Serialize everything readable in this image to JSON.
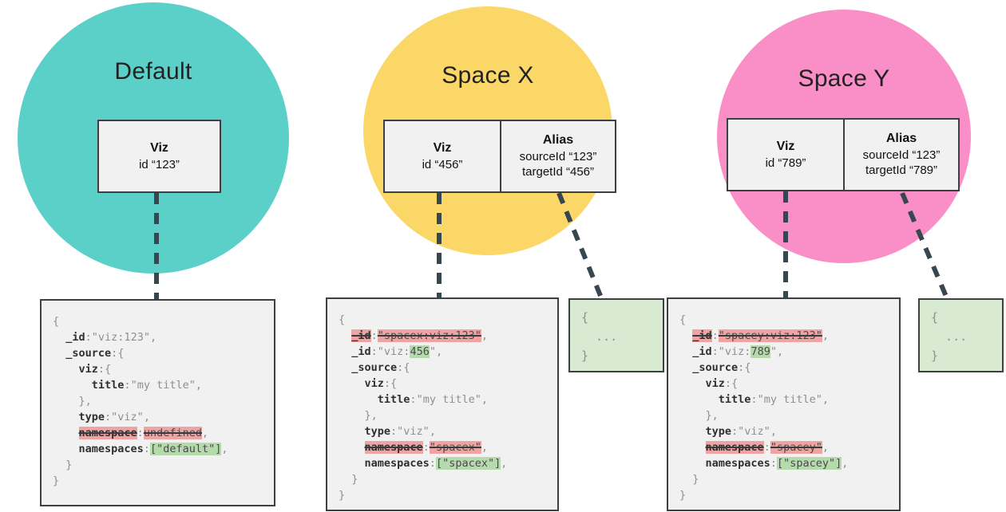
{
  "spaces": [
    {
      "label": "Default",
      "circle_color": "#5BD0C9",
      "viz_box": {
        "title": "Viz",
        "id_line": "id “123”"
      }
    },
    {
      "label": "Space X",
      "circle_color": "#FBD768",
      "viz_box": {
        "title": "Viz",
        "id_line": "id “456”"
      },
      "alias_box": {
        "title": "Alias",
        "source_line": "sourceId “123”",
        "target_line": "targetId “456”"
      }
    },
    {
      "label": "Space Y",
      "circle_color": "#F98FC6",
      "viz_box": {
        "title": "Viz",
        "id_line": "id “789”"
      },
      "alias_box": {
        "title": "Alias",
        "source_line": "sourceId “123”",
        "target_line": "targetId “789”"
      }
    }
  ],
  "colors": {
    "removed_highlight": "#EFA3A3",
    "added_highlight": "#B5DBAC",
    "connector": "#37474F",
    "box_background": "#F1F1F1",
    "alias_doc_background": "#D9EAD3"
  },
  "documents": [
    {
      "lines": [
        [
          {
            "t": "{",
            "s": "p"
          }
        ],
        [
          {
            "t": "  ",
            "s": "p"
          },
          {
            "t": "_id",
            "s": "k"
          },
          {
            "t": ":",
            "s": "p"
          },
          {
            "t": "\"viz:123\"",
            "s": "p"
          },
          {
            "t": ",",
            "s": "p"
          }
        ],
        [
          {
            "t": "  ",
            "s": "p"
          },
          {
            "t": "_source",
            "s": "k"
          },
          {
            "t": ":",
            "s": "p"
          },
          {
            "t": "{",
            "s": "p"
          }
        ],
        [
          {
            "t": "    ",
            "s": "p"
          },
          {
            "t": "viz",
            "s": "k"
          },
          {
            "t": ":",
            "s": "p"
          },
          {
            "t": "{",
            "s": "p"
          }
        ],
        [
          {
            "t": "      ",
            "s": "p"
          },
          {
            "t": "title",
            "s": "k"
          },
          {
            "t": ":",
            "s": "p"
          },
          {
            "t": "\"my title\"",
            "s": "p"
          },
          {
            "t": ",",
            "s": "p"
          }
        ],
        [
          {
            "t": "    ",
            "s": "p"
          },
          {
            "t": "},",
            "s": "p"
          }
        ],
        [
          {
            "t": "    ",
            "s": "p"
          },
          {
            "t": "type",
            "s": "k"
          },
          {
            "t": ":",
            "s": "p"
          },
          {
            "t": "\"viz\"",
            "s": "p"
          },
          {
            "t": ",",
            "s": "p"
          }
        ],
        [
          {
            "t": "    ",
            "s": "p"
          },
          {
            "t": "namespace",
            "s": "dk"
          },
          {
            "t": ":",
            "s": "p"
          },
          {
            "t": "undefined",
            "s": "d"
          },
          {
            "t": ",",
            "s": "p"
          }
        ],
        [
          {
            "t": "    ",
            "s": "p"
          },
          {
            "t": "namespaces",
            "s": "k"
          },
          {
            "t": ":",
            "s": "p"
          },
          {
            "t": "[\"default\"]",
            "s": "a"
          },
          {
            "t": ",",
            "s": "p"
          }
        ],
        [
          {
            "t": "  ",
            "s": "p"
          },
          {
            "t": "}",
            "s": "p"
          }
        ],
        [
          {
            "t": "}",
            "s": "p"
          }
        ]
      ]
    },
    {
      "lines": [
        [
          {
            "t": "{",
            "s": "p"
          }
        ],
        [
          {
            "t": "  ",
            "s": "p"
          },
          {
            "t": "_id",
            "s": "dk"
          },
          {
            "t": ":",
            "s": "p"
          },
          {
            "t": "\"spacex:viz:123\"",
            "s": "d"
          },
          {
            "t": ",",
            "s": "p"
          }
        ],
        [
          {
            "t": "  ",
            "s": "p"
          },
          {
            "t": "_id",
            "s": "k"
          },
          {
            "t": ":",
            "s": "p"
          },
          {
            "t": "\"viz:",
            "s": "p"
          },
          {
            "t": "456",
            "s": "a"
          },
          {
            "t": "\",",
            "s": "p"
          }
        ],
        [
          {
            "t": "  ",
            "s": "p"
          },
          {
            "t": "_source",
            "s": "k"
          },
          {
            "t": ":",
            "s": "p"
          },
          {
            "t": "{",
            "s": "p"
          }
        ],
        [
          {
            "t": "    ",
            "s": "p"
          },
          {
            "t": "viz",
            "s": "k"
          },
          {
            "t": ":",
            "s": "p"
          },
          {
            "t": "{",
            "s": "p"
          }
        ],
        [
          {
            "t": "      ",
            "s": "p"
          },
          {
            "t": "title",
            "s": "k"
          },
          {
            "t": ":",
            "s": "p"
          },
          {
            "t": "\"my title\"",
            "s": "p"
          },
          {
            "t": ",",
            "s": "p"
          }
        ],
        [
          {
            "t": "    ",
            "s": "p"
          },
          {
            "t": "},",
            "s": "p"
          }
        ],
        [
          {
            "t": "    ",
            "s": "p"
          },
          {
            "t": "type",
            "s": "k"
          },
          {
            "t": ":",
            "s": "p"
          },
          {
            "t": "\"viz\"",
            "s": "p"
          },
          {
            "t": ",",
            "s": "p"
          }
        ],
        [
          {
            "t": "    ",
            "s": "p"
          },
          {
            "t": "namespace",
            "s": "dk"
          },
          {
            "t": ":",
            "s": "p"
          },
          {
            "t": "\"spacex\"",
            "s": "d"
          },
          {
            "t": ",",
            "s": "p"
          }
        ],
        [
          {
            "t": "    ",
            "s": "p"
          },
          {
            "t": "namespaces",
            "s": "k"
          },
          {
            "t": ":",
            "s": "p"
          },
          {
            "t": "[\"spacex\"]",
            "s": "a"
          },
          {
            "t": ",",
            "s": "p"
          }
        ],
        [
          {
            "t": "  ",
            "s": "p"
          },
          {
            "t": "}",
            "s": "p"
          }
        ],
        [
          {
            "t": "}",
            "s": "p"
          }
        ]
      ]
    },
    {
      "lines": [
        [
          {
            "t": "{",
            "s": "p"
          }
        ],
        [
          {
            "t": "  ",
            "s": "p"
          },
          {
            "t": "_id",
            "s": "dk"
          },
          {
            "t": ":",
            "s": "p"
          },
          {
            "t": "\"spacey:viz:123\"",
            "s": "d"
          },
          {
            "t": ",",
            "s": "p"
          }
        ],
        [
          {
            "t": "  ",
            "s": "p"
          },
          {
            "t": "_id",
            "s": "k"
          },
          {
            "t": ":",
            "s": "p"
          },
          {
            "t": "\"viz:",
            "s": "p"
          },
          {
            "t": "789",
            "s": "a"
          },
          {
            "t": "\",",
            "s": "p"
          }
        ],
        [
          {
            "t": "  ",
            "s": "p"
          },
          {
            "t": "_source",
            "s": "k"
          },
          {
            "t": ":",
            "s": "p"
          },
          {
            "t": "{",
            "s": "p"
          }
        ],
        [
          {
            "t": "    ",
            "s": "p"
          },
          {
            "t": "viz",
            "s": "k"
          },
          {
            "t": ":",
            "s": "p"
          },
          {
            "t": "{",
            "s": "p"
          }
        ],
        [
          {
            "t": "      ",
            "s": "p"
          },
          {
            "t": "title",
            "s": "k"
          },
          {
            "t": ":",
            "s": "p"
          },
          {
            "t": "\"my title\"",
            "s": "p"
          },
          {
            "t": ",",
            "s": "p"
          }
        ],
        [
          {
            "t": "    ",
            "s": "p"
          },
          {
            "t": "},",
            "s": "p"
          }
        ],
        [
          {
            "t": "    ",
            "s": "p"
          },
          {
            "t": "type",
            "s": "k"
          },
          {
            "t": ":",
            "s": "p"
          },
          {
            "t": "\"viz\"",
            "s": "p"
          },
          {
            "t": ",",
            "s": "p"
          }
        ],
        [
          {
            "t": "    ",
            "s": "p"
          },
          {
            "t": "namespace",
            "s": "dk"
          },
          {
            "t": ":",
            "s": "p"
          },
          {
            "t": "\"spacey\"",
            "s": "d"
          },
          {
            "t": ",",
            "s": "p"
          }
        ],
        [
          {
            "t": "    ",
            "s": "p"
          },
          {
            "t": "namespaces",
            "s": "k"
          },
          {
            "t": ":",
            "s": "p"
          },
          {
            "t": "[\"spacey\"]",
            "s": "a"
          },
          {
            "t": ",",
            "s": "p"
          }
        ],
        [
          {
            "t": "  ",
            "s": "p"
          },
          {
            "t": "}",
            "s": "p"
          }
        ],
        [
          {
            "t": "}",
            "s": "p"
          }
        ]
      ]
    }
  ],
  "alias_documents": [
    {
      "lines": [
        "{",
        "  ...",
        "}"
      ]
    },
    {
      "lines": [
        "{",
        "  ...",
        "}"
      ]
    }
  ]
}
